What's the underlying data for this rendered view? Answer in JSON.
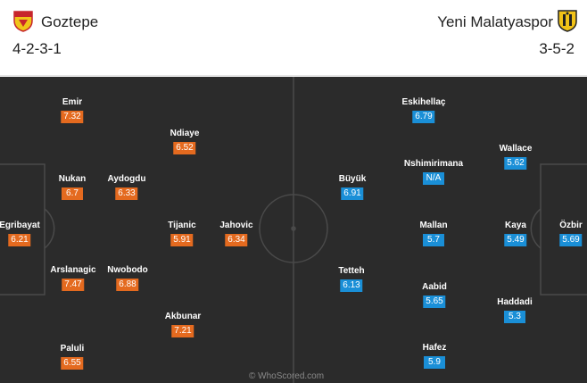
{
  "home": {
    "name": "Goztepe",
    "formation": "4-2-3-1",
    "color": "#e46a1f",
    "crest_icon": "goztepe-crest-icon",
    "players": [
      {
        "name": "Emir",
        "rating": "7.32"
      },
      {
        "name": "Ndiaye",
        "rating": "6.52"
      },
      {
        "name": "Nukan",
        "rating": "6.7"
      },
      {
        "name": "Aydogdu",
        "rating": "6.33"
      },
      {
        "name": "Egribayat",
        "rating": "6.21"
      },
      {
        "name": "Tijanic",
        "rating": "5.91"
      },
      {
        "name": "Jahovic",
        "rating": "6.34"
      },
      {
        "name": "Arslanagic",
        "rating": "7.47"
      },
      {
        "name": "Nwobodo",
        "rating": "6.88"
      },
      {
        "name": "Akbunar",
        "rating": "7.21"
      },
      {
        "name": "Paluli",
        "rating": "6.55"
      }
    ]
  },
  "away": {
    "name": "Yeni Malatyaspor",
    "formation": "3-5-2",
    "color": "#1a8fd7",
    "crest_icon": "yeni-malatyaspor-crest-icon",
    "players": [
      {
        "name": "Eskihellaç",
        "rating": "6.79"
      },
      {
        "name": "Wallace",
        "rating": "5.62"
      },
      {
        "name": "Nshimirimana",
        "rating": "N/A"
      },
      {
        "name": "Büyük",
        "rating": "6.91"
      },
      {
        "name": "Mallan",
        "rating": "5.7"
      },
      {
        "name": "Kaya",
        "rating": "5.49"
      },
      {
        "name": "Özbir",
        "rating": "5.69"
      },
      {
        "name": "Tetteh",
        "rating": "6.13"
      },
      {
        "name": "Aabid",
        "rating": "5.65"
      },
      {
        "name": "Haddadi",
        "rating": "5.3"
      },
      {
        "name": "Hafez",
        "rating": "5.9"
      }
    ]
  },
  "watermark": "© WhoScored.com"
}
